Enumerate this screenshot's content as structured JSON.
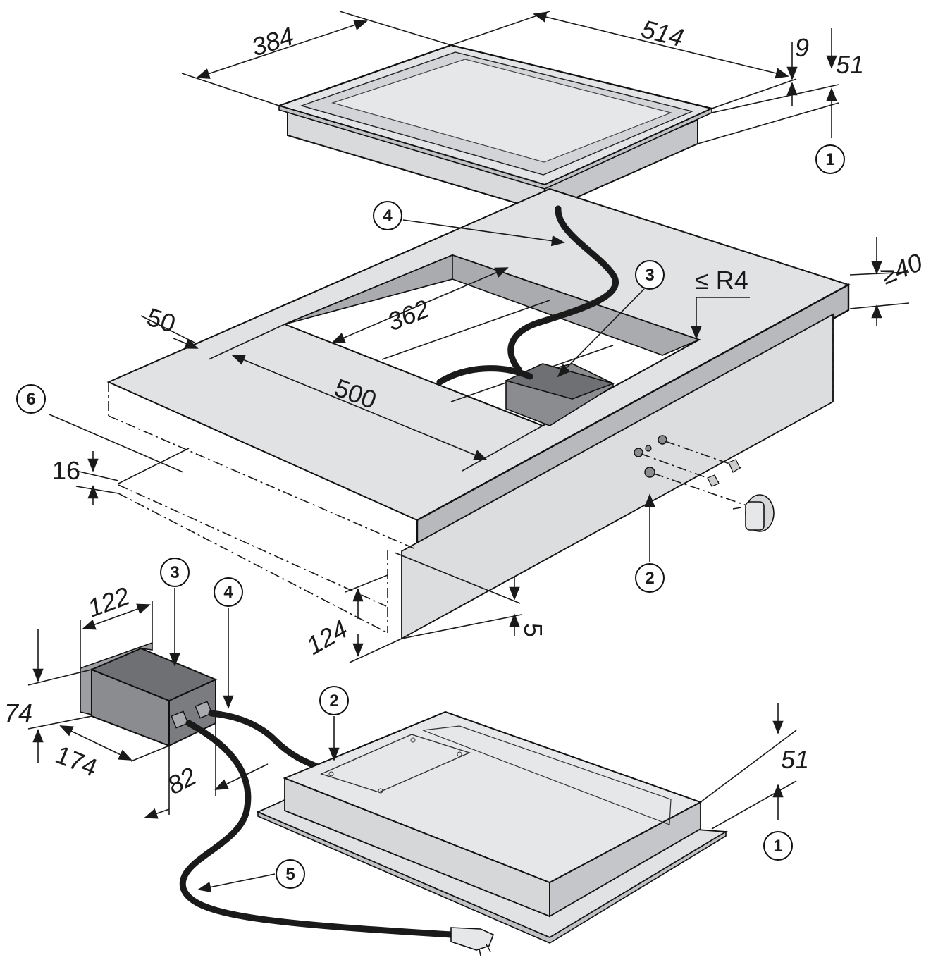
{
  "diagram": {
    "dimensions": {
      "top_width": "384",
      "top_depth": "514",
      "rim_thickness": "9",
      "appliance_height_top": "51",
      "worktop_thickness": "≥40",
      "corner_radius": "≤ R4",
      "cutout_width": "362",
      "cutout_depth": "500",
      "edge_distance": "50",
      "strip_offset": "16",
      "panel_gap": "5",
      "clearance_height": "124",
      "box_width": "122",
      "box_height": "74",
      "box_depth": "174",
      "box_offset": "82",
      "appliance_height_bottom": "51"
    },
    "callouts": {
      "top_hob": "1",
      "top_cable": "4",
      "top_box": "3",
      "front_panel": "2",
      "strip": "6",
      "box": "3",
      "box_cable": "4",
      "bottom_panel": "2",
      "mains_cable": "5",
      "bottom_hob": "1"
    }
  }
}
